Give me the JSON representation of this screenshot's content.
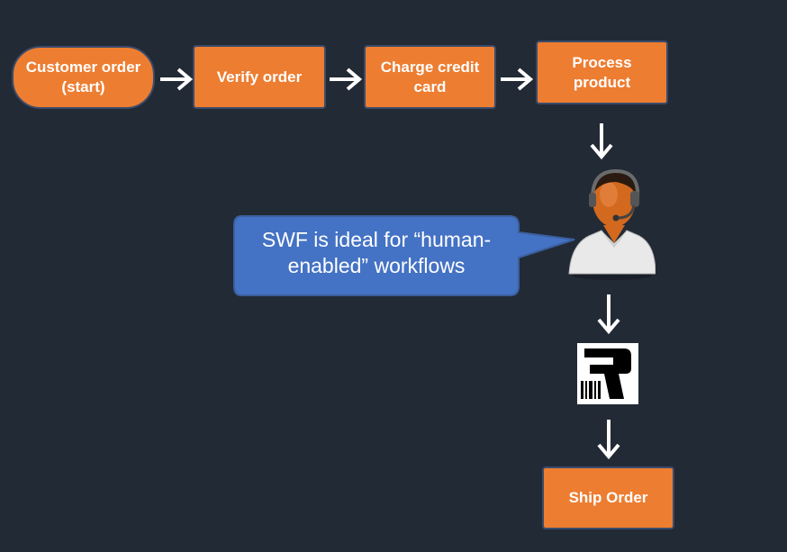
{
  "nodes": {
    "customer_order": "Customer order\n(start)",
    "verify_order": "Verify order",
    "charge_card": "Charge credit\ncard",
    "process_product": "Process\nproduct",
    "ship_order": "Ship Order"
  },
  "callout": {
    "text": "SWF is ideal for “human-\nenabled” workflows",
    "fill": "#4472c4"
  },
  "icons": [
    "right-arrow-icon",
    "down-arrow-icon",
    "customer-service-agent-icon",
    "barcode-scanner-icon"
  ],
  "colors": {
    "background": "#222a35",
    "box_fill": "#ed7d31",
    "box_border": "#3a4b6b",
    "arrow": "#ffffff",
    "callout_fill": "#4472c4"
  }
}
